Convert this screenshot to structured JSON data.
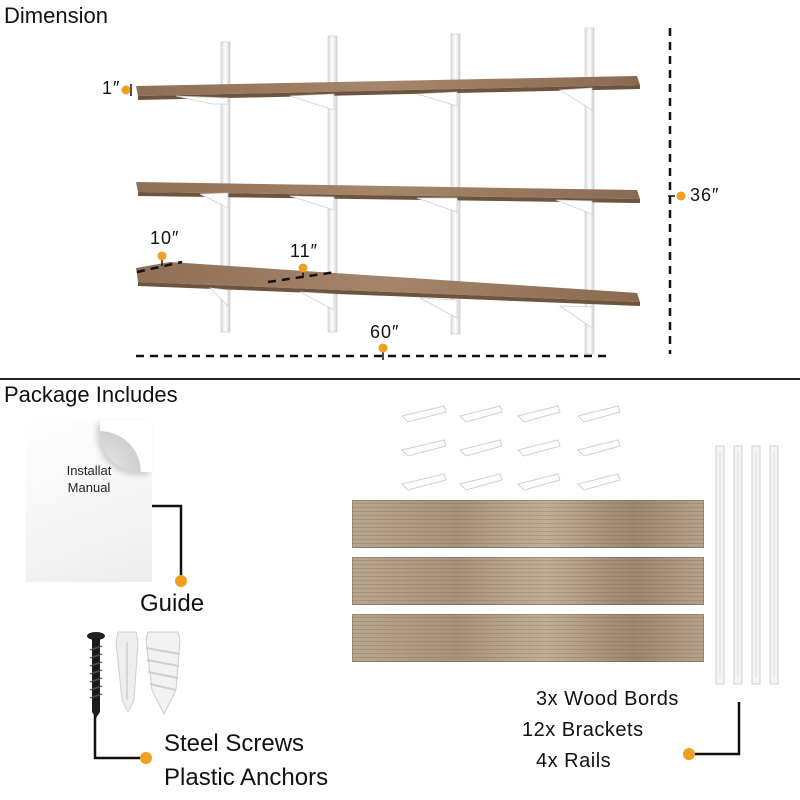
{
  "sections": {
    "dimension_title": "Dimension",
    "package_title": "Package Includes"
  },
  "dimensions": {
    "thickness": "1″",
    "height": "36″",
    "depth": "10″",
    "bracket": "11″",
    "width": "60″"
  },
  "manual": {
    "line1": "Installat",
    "line2": "Manual"
  },
  "labels": {
    "guide": "Guide",
    "screws": "Steel Screws",
    "anchors": "Plastic Anchors"
  },
  "package_list": [
    "3x Wood Bords",
    "12x Brackets",
    "4x Rails"
  ],
  "colors": {
    "accent_dot": "#f0a020",
    "wood": "#a8917a",
    "wood_shelf": "#9c7b5f",
    "rail": "#f4f4f4",
    "line": "#111111"
  }
}
